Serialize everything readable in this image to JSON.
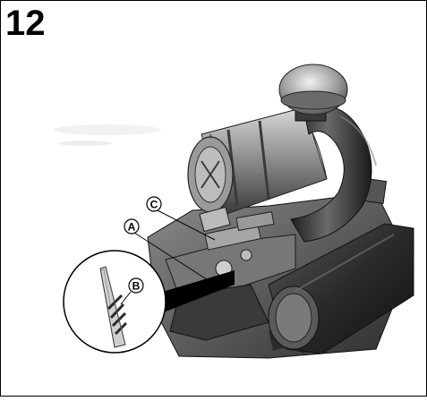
{
  "step": {
    "number": "12"
  },
  "callouts": {
    "a": {
      "letter": "A"
    },
    "b": {
      "letter": "B"
    },
    "c": {
      "letter": "C"
    }
  },
  "colors": {
    "frame": "#000000",
    "engine_dark": "#2b2b2b",
    "engine_mid": "#6e6e6e",
    "engine_light": "#bdbdbd",
    "highlight": "#e8e8e8",
    "background": "#ffffff"
  },
  "icons": [
    "engine-illustration",
    "detail-magnifier",
    "dipstick-detail"
  ]
}
